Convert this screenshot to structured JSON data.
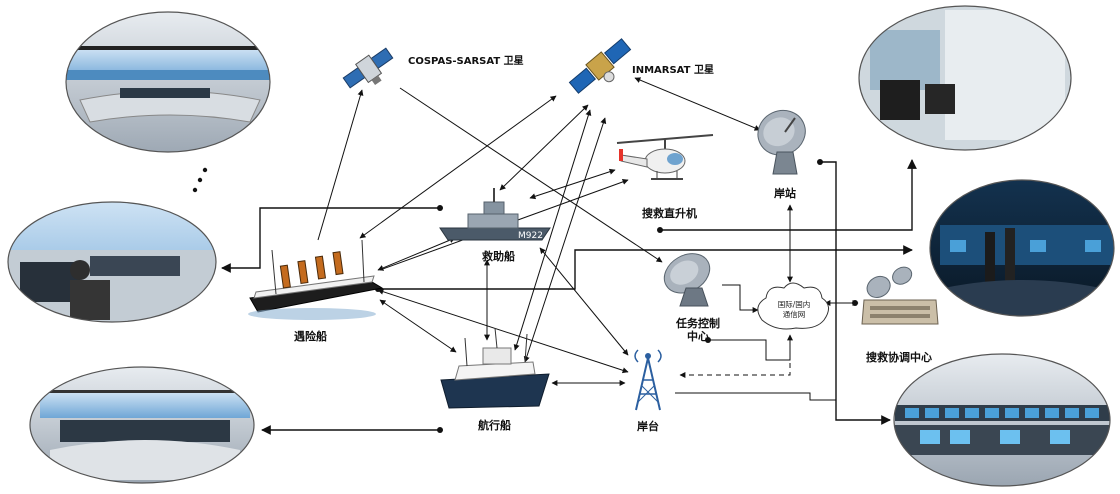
{
  "labels": {
    "cospas": "COSPAS-SARSAT 卫星",
    "inmarsat": "INMARSAT 卫星",
    "helicopter": "搜救直升机",
    "shore_station": "岸站",
    "rescue_ship": "救助船",
    "distress_ship": "遇险船",
    "mission_control_line1": "任务控制",
    "mission_control_line2": "中心",
    "network_line1": "国际/国内",
    "network_line2": "通信网",
    "rcc": "搜救协调中心",
    "sailing_ship": "航行船",
    "coast_radio": "岸台",
    "rescue_ship_hull_no": "M922"
  },
  "colors": {
    "arrow": "#111111",
    "sky": "#9cc3e6",
    "sea": "#3f7fb3",
    "hull_dark": "#2a3b4f",
    "hull_light": "#dfe4ea",
    "dish": "#8d99a6",
    "sim_panel": "#1f2d3c",
    "screen": "#4aa0d8"
  },
  "icons": [
    "cospas-satellite-icon",
    "inmarsat-satellite-icon",
    "helicopter-icon",
    "shore-station-dish-icon",
    "rescue-ship-icon",
    "distress-ship-icon",
    "mission-control-dish-icon",
    "network-cloud-icon",
    "rcc-building-icon",
    "sailing-ship-icon",
    "coast-radio-tower-icon"
  ],
  "ellipsis": "⋮"
}
